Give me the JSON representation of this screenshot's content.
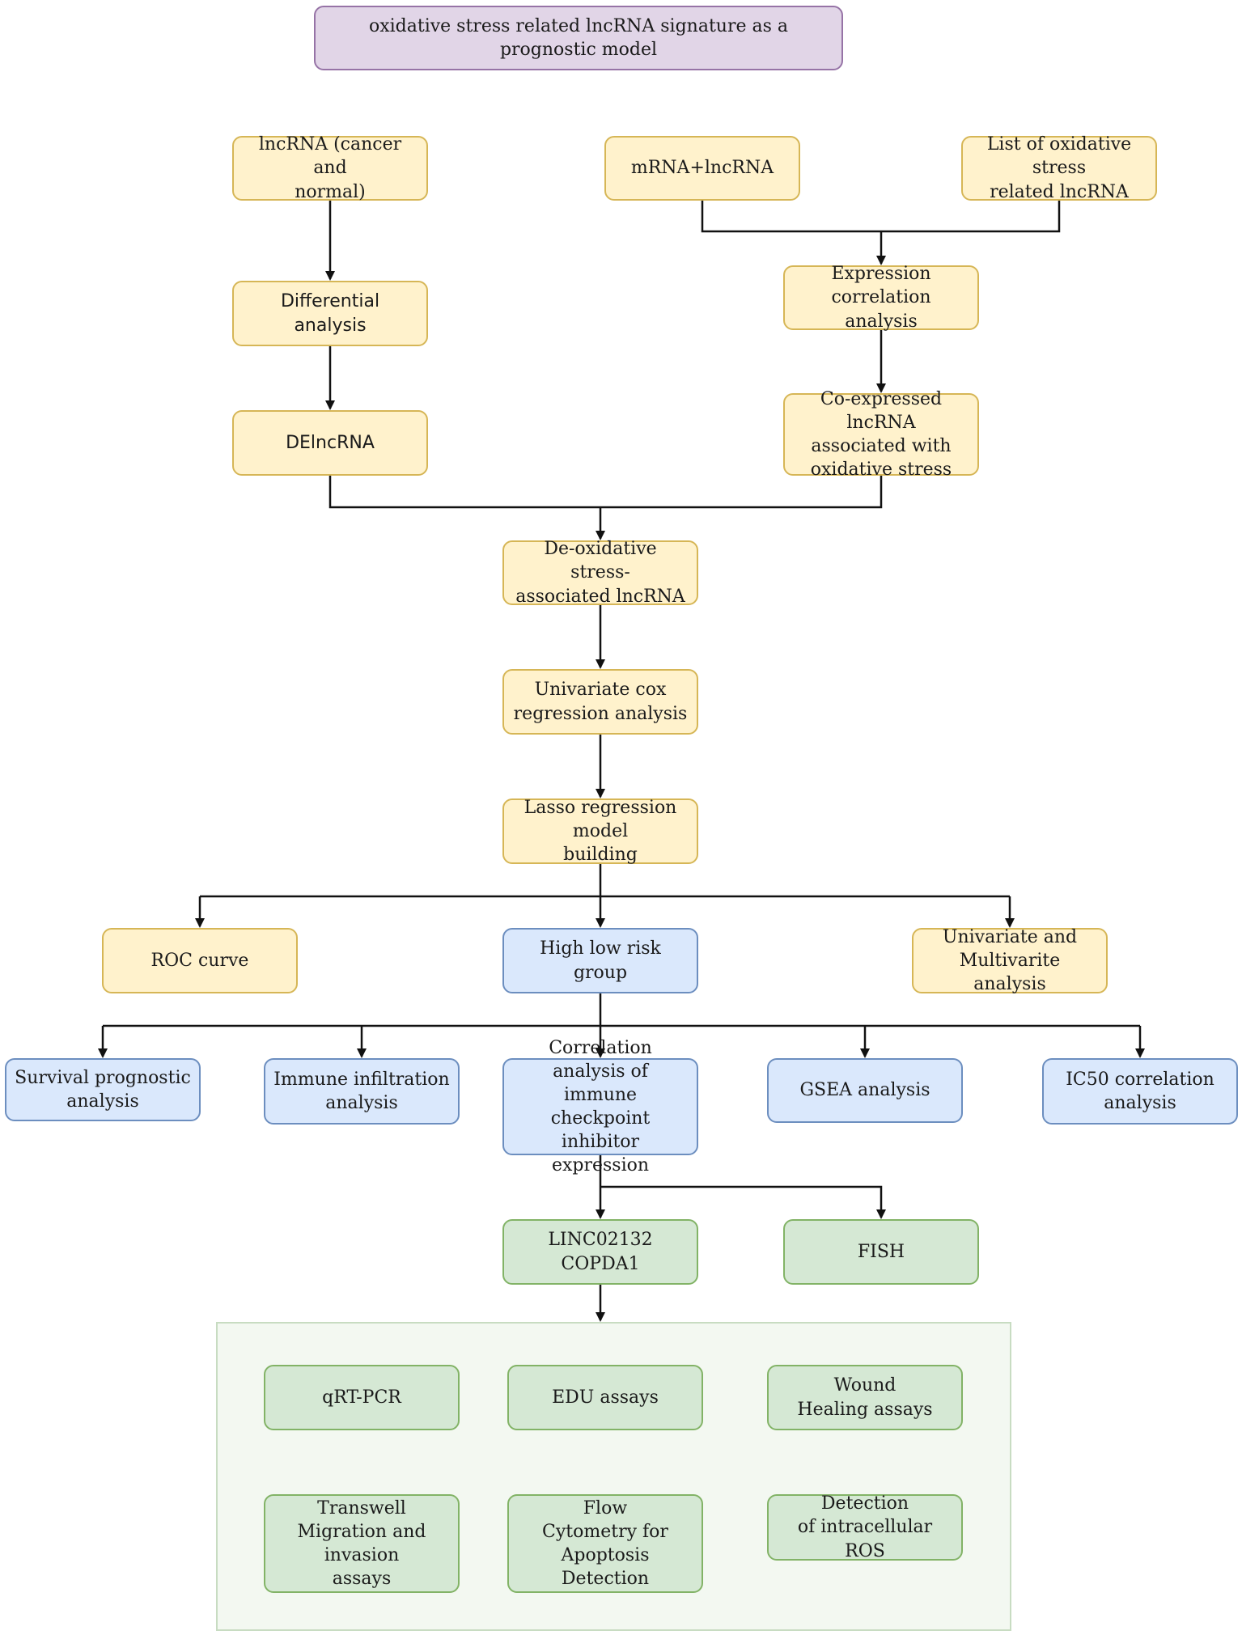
{
  "title": "oxidative stress related lncRNA signature as a prognostic model",
  "nodes": {
    "lnc_input": "lncRNA (cancer and\nnormal)",
    "mrna_lnc": "mRNA+lncRNA",
    "os_list": "List of oxidative stress\nrelated lncRNA",
    "diff": "Differential analysis",
    "expr_corr": "Expression correlation\nanalysis",
    "delnc": "DElncRNA",
    "coexp": "Co-expressed lncRNA\nassociated with\noxidative stress",
    "deos": "De-oxidative stress-\nassociated lncRNA",
    "unicox": "Univariate cox\nregression analysis",
    "lasso": "Lasso regression model\nbuilding",
    "roc": "ROC curve",
    "hilo": "High low risk group",
    "unimulti": "Univariate and\nMultivarite analysis",
    "survival": "Survival prognostic\nanalysis",
    "immune": "Immune infiltration\nanalysis",
    "checkpoint": "Correlation analysis of\nimmune checkpoint\ninhibitor expression",
    "gsea": "GSEA analysis",
    "ic50": "IC50 correlation\nanalysis",
    "linc": "LINC02132\nCOPDA1",
    "fish": "FISH",
    "qrt": "qRT-PCR",
    "edu": "EDU assays",
    "wound": "Wound\nHealing assays",
    "transwell": "Transwell\nMigration and invasion\nassays",
    "flow": "Flow\nCytometry for\nApoptosis Detection",
    "ros": "Detection\nof intracellular ROS"
  },
  "colors": {
    "yellow_fill": "#fff2cc",
    "blue_fill": "#dae8fc",
    "green_fill": "#d5e8d4",
    "purple_fill": "#e1d5e7",
    "line": "#111111"
  }
}
